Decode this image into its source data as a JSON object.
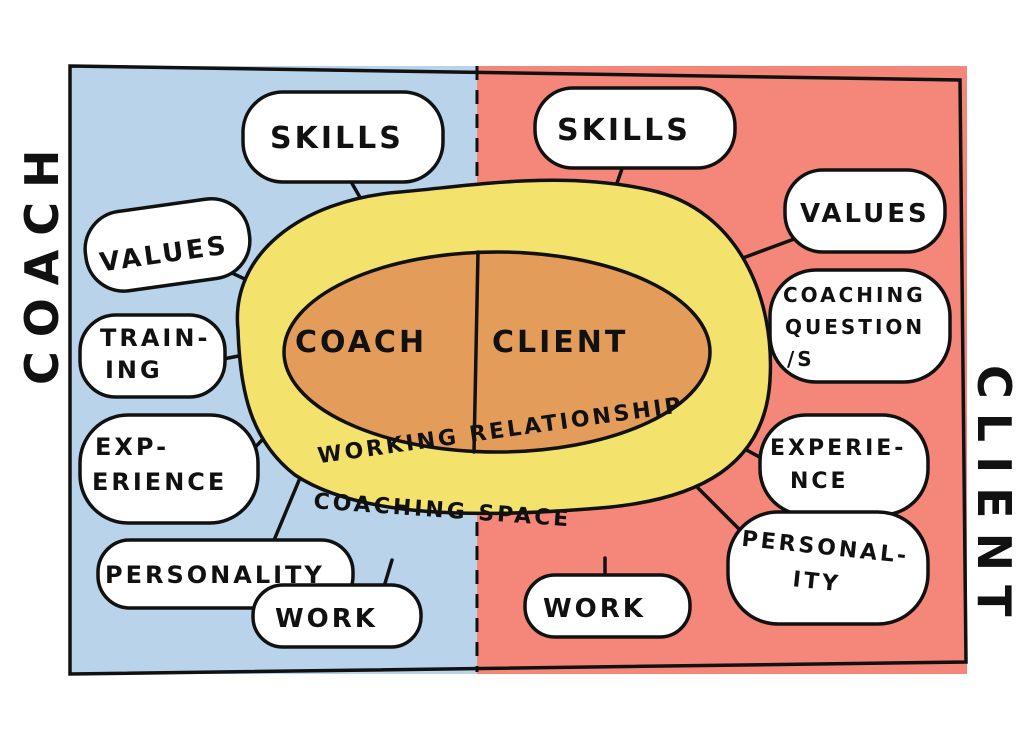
{
  "side_labels": {
    "left": "COACH",
    "right": "CLIENT"
  },
  "center": {
    "coach": "COACH",
    "client": "CLIENT"
  },
  "ring_label": "WORKING RELATIONSHIP",
  "space_label": "COACHING SPACE",
  "coach_factors": {
    "skills": "SKILLS",
    "values": "VALUES",
    "training": [
      "TRAIN-",
      "ING"
    ],
    "experience": [
      "EXP-",
      "ERIENCE"
    ],
    "personality": "PERSONALITY",
    "work": "WORK"
  },
  "client_factors": {
    "skills": "SKILLS",
    "values": "VALUES",
    "coaching_questions": [
      "COACHING",
      "QUESTION",
      "/S"
    ],
    "experience": [
      "EXPERIE-",
      "NCE"
    ],
    "personality": [
      "PERSONAL-",
      "ITY"
    ],
    "work": "WORK"
  },
  "colors": {
    "coach_side": "#b9d3ea",
    "client_side": "#f4877a",
    "ring": "#f3e36d",
    "core": "#e39c5a",
    "ink": "#111111"
  }
}
